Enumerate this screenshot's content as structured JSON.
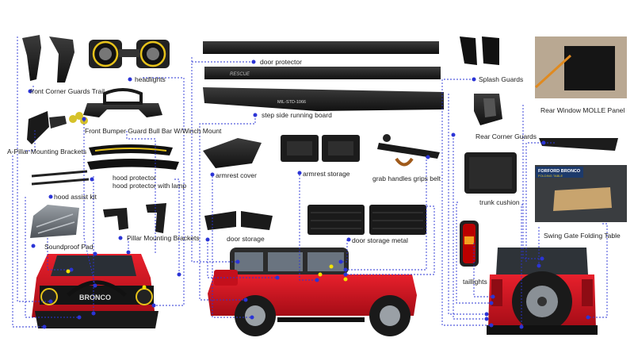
{
  "labels": {
    "front_corner_guards": "front Corner Guards Trail",
    "headlights": "headlights",
    "door_protector": "door protector",
    "splash_guards": "Splash Guards",
    "front_bumper": "Front Bumper Guard Bull Bar W/Winch Mount",
    "step_side": "step side running board",
    "rear_window_molle": "Rear Window MOLLE Panel",
    "a_pillar": "A-Pillar Mounting Brackets",
    "rear_corner_guards": "Rear Corner Guards",
    "armrest_cover": "armrest cover",
    "armrest_storage": "armrest storage",
    "grab_handles": "grab handles grips belt",
    "hood_protector": "hood protector",
    "hood_protector_lamp": "hood protector with lamp",
    "trunk_cushion": "trunk cushion",
    "hood_assist": "hood assist kit",
    "swing_gate": "Swing Gate Folding Table",
    "door_storage": "door storage",
    "door_storage_metal": "door storage metal",
    "soundproof_pad": "Soundproof Pad",
    "pillar_brackets": "Pillar Mounting Brackets",
    "taillights": "taillights"
  },
  "product_text": {
    "rescue": "RESCUE",
    "running_board_text": "MIL-STD-1066",
    "table_brand": "FORFORD BRONCO",
    "table_sub": "FOLDING TABLE",
    "bumper_text": "BRONCO"
  },
  "colors": {
    "connector": "#2b34d6",
    "dot": "#2b34d6",
    "highlight_dot": "#f2e300",
    "vehicle_red": "#d0121f"
  }
}
